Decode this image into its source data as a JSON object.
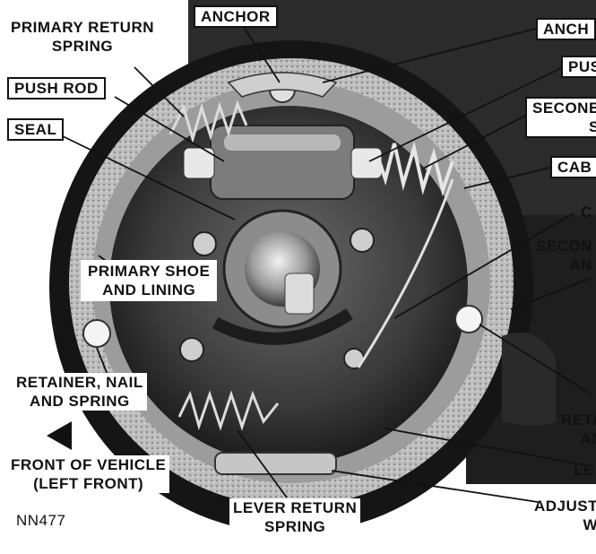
{
  "labels": {
    "primary_return_spring": [
      "PRIMARY RETURN",
      "SPRING"
    ],
    "anchor_top": "ANCHOR",
    "push_rod": "PUSH ROD",
    "seal": "SEAL",
    "anchor_right": "ANCH",
    "push_right": "PUS",
    "secondary_right": [
      "SECONE",
      "S"
    ],
    "cable_right": "CAB",
    "c_right": "C",
    "secondary_anchor_right": [
      "SECON",
      "AN"
    ],
    "primary_shoe": [
      "PRIMARY SHOE",
      "AND LINING"
    ],
    "retainer": [
      "RETAINER, NAIL",
      "AND SPRING"
    ],
    "front_of_vehicle": [
      "FRONT OF VEHICLE",
      "(LEFT FRONT)"
    ],
    "retainer_right": [
      "RETA",
      "AN"
    ],
    "lever_right": "LE",
    "adjuster_right": [
      "ADJUST",
      "W"
    ],
    "lever_return_spring": [
      "LEVER RETURN",
      "SPRING"
    ],
    "figure_code": "NN477"
  },
  "icons": {
    "front_arrow": "arrow-left-icon"
  }
}
